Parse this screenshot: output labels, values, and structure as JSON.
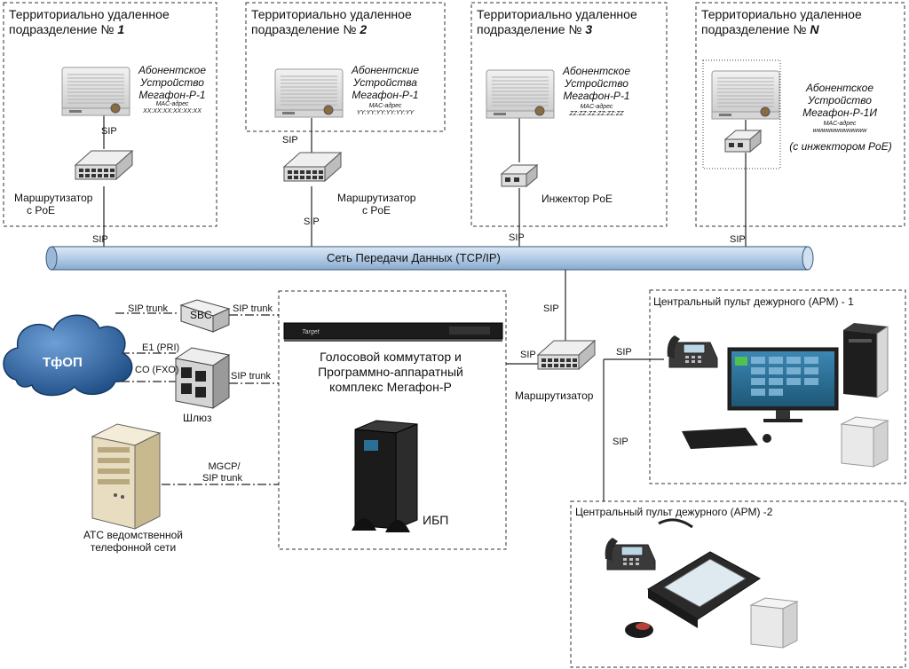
{
  "colors": {
    "network_pipe": "#b4cce6",
    "cloud": "#1f4f86",
    "ups": "#1b1b1b",
    "monitor_screen": "#2a6f96"
  },
  "branches": [
    {
      "title_prefix": "Территориально удаленное",
      "title_line2": "подразделение №",
      "number": "1",
      "device_lines": [
        "Абонентское",
        "Устройство",
        "Мегафон-Р-1"
      ],
      "mac_label": "MAC-адрес",
      "mac": "XX:XX:XX:XX:XX:XX",
      "top_link": "SIP",
      "node_label_1": "Маршрутизатор",
      "node_label_2": "с PoE",
      "bottom_link": "SIP"
    },
    {
      "title_prefix": "Территориально удаленное",
      "title_line2": "подразделение №",
      "number": "2",
      "device_lines": [
        "Абонентские",
        "Устройства",
        "Мегафон-Р-1"
      ],
      "mac_label": "MAC-адрес",
      "mac": "YY:YY:YY:YY:YY:YY",
      "top_link": "SIP",
      "node_label_1": "Маршрутизатор",
      "node_label_2": "с PoE",
      "bottom_link": "SIP"
    },
    {
      "title_prefix": "Территориально удаленное",
      "title_line2": "подразделение №",
      "number": "3",
      "device_lines": [
        "Абонентское",
        "Устройство",
        "Мегафон-Р-1"
      ],
      "mac_label": "MAC-адрес",
      "mac": "ZZ:ZZ:ZZ:ZZ:ZZ:ZZ",
      "node_label_1": "Инжектор PoE",
      "bottom_link": "SIP"
    },
    {
      "title_prefix": "Территориально удаленное",
      "title_line2": "подразделение №",
      "number": "N",
      "device_lines": [
        "Абонентское",
        "Устройство",
        "Мегафон-Р-1И"
      ],
      "mac_label": "MAC-адрес",
      "mac": "wwwwwwwwwwww",
      "note": "(с инжектором PoE)",
      "bottom_link": "SIP"
    }
  ],
  "network": {
    "label": "Сеть Передачи Данных (TCP/IP)"
  },
  "pstn": {
    "cloud_label": "ТфОП",
    "sbc_label": "SBC",
    "sip_trunk_1": "SIP trunk",
    "sip_trunk_2": "SIP trunk",
    "e1_label": "E1 (PRI)",
    "co_label": "CO (FXO)",
    "gateway_trunk": "SIP trunk",
    "gateway_label": "Шлюз"
  },
  "pbx": {
    "link_line1": "MGCP/",
    "link_line2": "SIP trunk",
    "label_line1": "АТС ведомственной",
    "label_line2": "телефонной сети"
  },
  "core": {
    "brand": "Target",
    "title_line1": "Голосовой коммутатор и",
    "title_line2": "Программно-аппаратный",
    "title_line3": "комплекс Мегафон-Р",
    "ups_label": "ИБП"
  },
  "router": {
    "label": "Маршрутизатор",
    "up_link": "SIP",
    "left_link": "SIP",
    "right_link": "SIP",
    "down_link": "SIP"
  },
  "consoles": [
    {
      "title": "Центральный пульт дежурного (АРМ) - 1"
    },
    {
      "title": "Центральный пульт дежурного (АРМ) -2"
    }
  ]
}
